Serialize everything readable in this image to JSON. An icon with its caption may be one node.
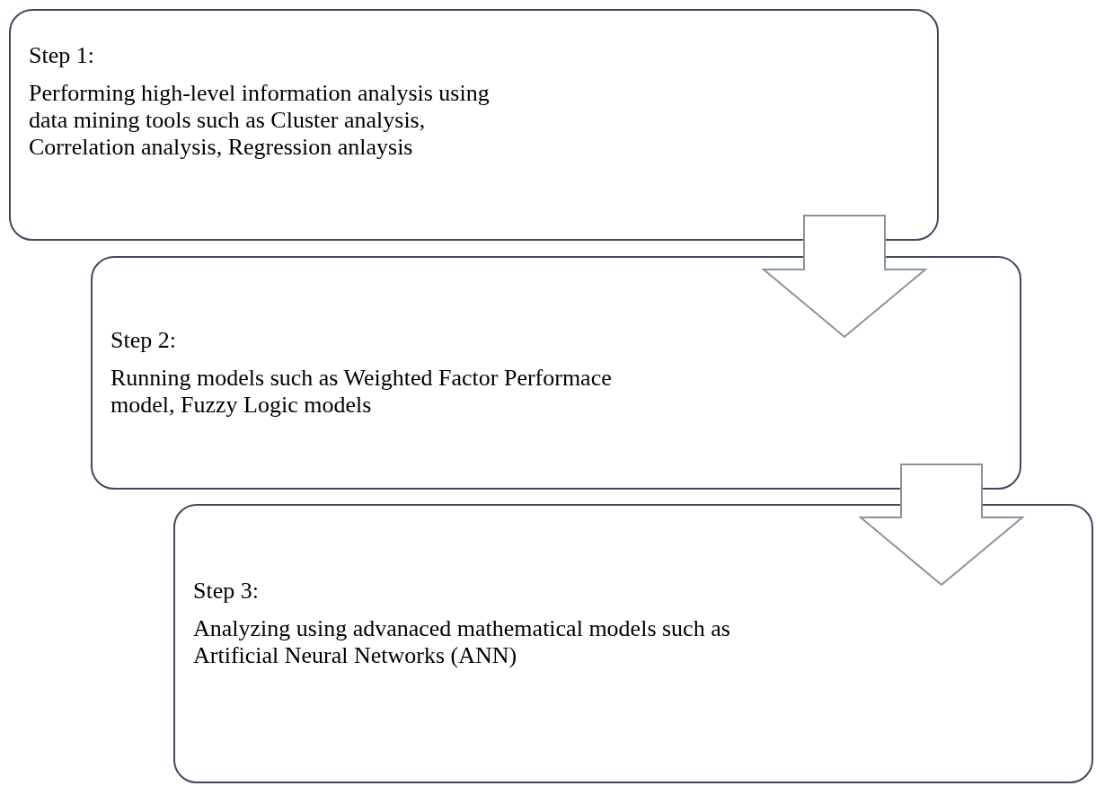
{
  "diagram": {
    "nodes": [
      {
        "text": [
          "Step 1:",
          "Performing high-level information analysis using data mining tools such as Cluster analysis, Correlation analysis, Regression anlaysis"
        ]
      },
      {
        "text": [
          "Step 2:",
          "Running models such as Weighted Factor Performace model, Fuzzy Logic models"
        ]
      },
      {
        "text": [
          "Step 3:",
          "Analyzing using advanaced mathematical models such as Artificial Neural Networks (ANN)"
        ]
      }
    ],
    "edges": [
      {
        "from": 0,
        "to": 1,
        "arrow": "to"
      },
      {
        "from": 1,
        "to": 2,
        "arrow": "to"
      }
    ]
  }
}
